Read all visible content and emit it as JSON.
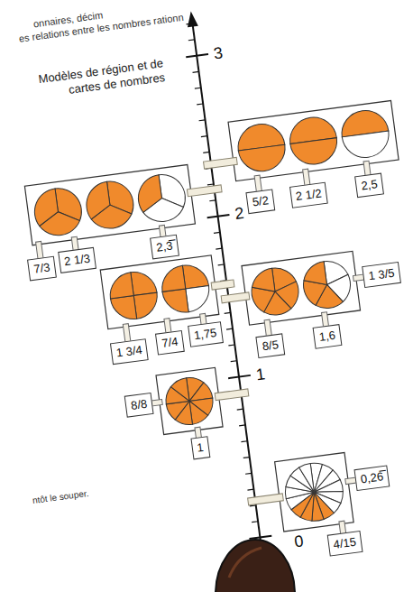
{
  "diagram": {
    "nodes": [
      {
        "text": [
          "5/2"
        ]
      },
      {
        "text": [
          "2 1/2"
        ]
      },
      {
        "text": [
          "2,5"
        ]
      },
      {
        "text": [
          "7/3"
        ]
      },
      {
        "text": [
          "2 1/3"
        ]
      },
      {
        "text": [
          "2,3̅"
        ]
      },
      {
        "text": [
          "1 3/4"
        ]
      },
      {
        "text": [
          "7/4"
        ]
      },
      {
        "text": [
          "1,75"
        ]
      },
      {
        "text": [
          "8/5"
        ]
      },
      {
        "text": [
          "1,6"
        ]
      },
      {
        "text": [
          "1 3/5"
        ]
      },
      {
        "text": [
          "8/8"
        ]
      },
      {
        "text": [
          "1"
        ]
      },
      {
        "text": [
          "0,26̅"
        ]
      },
      {
        "text": [
          "4/15"
        ]
      }
    ],
    "labels": [
      "onnaires, décim",
      "es relations entre les nombres rationn",
      "Modèles de région et de cartes de nombres",
      "3",
      "2",
      "1",
      "ntôt le souper.",
      "0"
    ]
  }
}
